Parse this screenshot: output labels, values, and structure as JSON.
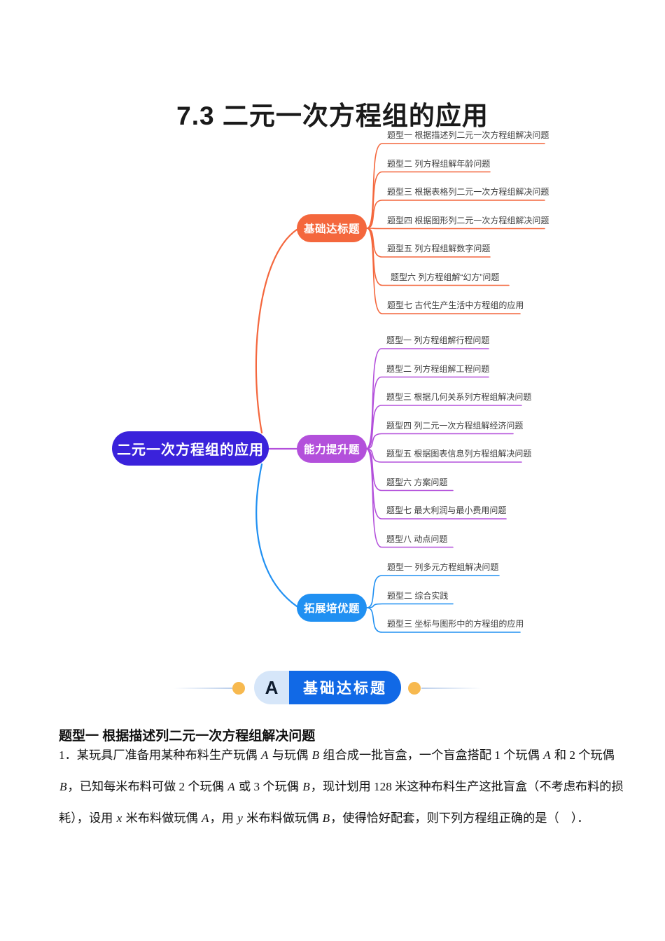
{
  "title": "7.3 二元一次方程组的应用",
  "colors": {
    "orange": "#F4673D",
    "purple": "#B350DB",
    "blue": "#2090F2",
    "indigo": "#3A22DB",
    "badge_blue": "#1169E6",
    "badge_light": "#D6E6F9",
    "dot": "#F7B94F",
    "connector_line": "#B9CDEA"
  },
  "mindmap": {
    "root": "二元一次方程组的应用",
    "branches": [
      {
        "label": "基础达标题",
        "color": "#F4673D",
        "items": [
          {
            "label": "题型一 根据描述列二元一次方程组解决问题"
          },
          {
            "label": "题型二 列方程组解年龄问题"
          },
          {
            "label": "题型三 根据表格列二元一次方程组解决问题"
          },
          {
            "label": "题型四 根据图形列二元一次方程组解决问题"
          },
          {
            "label": "题型五 列方程组解数字问题"
          },
          {
            "label": "题型六 列方程组解“幻方”问题"
          },
          {
            "label": "题型七 古代生产生活中方程组的应用"
          }
        ]
      },
      {
        "label": "能力提升题",
        "color": "#B350DB",
        "items": [
          {
            "label": "题型一 列方程组解行程问题"
          },
          {
            "label": "题型二 列方程组解工程问题"
          },
          {
            "label": "题型三 根据几何关系列方程组解决问题"
          },
          {
            "label": "题型四 列二元一次方程组解经济问题"
          },
          {
            "label": "题型五 根据图表信息列方程组解决问题"
          },
          {
            "label": "题型六 方案问题"
          },
          {
            "label": "题型七 最大利润与最小费用问题"
          },
          {
            "label": "题型八 动点问题"
          }
        ]
      },
      {
        "label": "拓展培优题",
        "color": "#2090F2",
        "items": [
          {
            "label": "题型一 列多元方程组解决问题"
          },
          {
            "label": "题型二 综合实践"
          },
          {
            "label": "题型三 坐标与图形中的方程组的应用"
          }
        ]
      }
    ]
  },
  "section_badge": {
    "letter": "A",
    "label": "基础达标题"
  },
  "content": {
    "heading": "题型一 根据描述列二元一次方程组解决问题",
    "problem_lines": [
      [
        {
          "t": "1．某玩具厂准备用某种布料生产玩偶 "
        },
        {
          "t": "A",
          "v": true
        },
        {
          "t": " 与玩偶 "
        },
        {
          "t": "B",
          "v": true
        },
        {
          "t": " 组合成一批盲盒，一个盲盒搭配 1 个玩偶 "
        },
        {
          "t": "A",
          "v": true
        },
        {
          "t": " 和 2 个玩偶"
        }
      ],
      [
        {
          "t": "B",
          "v": true
        },
        {
          "t": "，已知每米布料可做 2 个玩偶 "
        },
        {
          "t": "A",
          "v": true
        },
        {
          "t": " 或 3 个玩偶 "
        },
        {
          "t": "B",
          "v": true
        },
        {
          "t": "，现计划用 128 米这种布料生产这批盲盒（不考虑布料的损"
        }
      ],
      [
        {
          "t": "耗），设用 "
        },
        {
          "t": "x",
          "v": true
        },
        {
          "t": " 米布料做玩偶 "
        },
        {
          "t": "A",
          "v": true
        },
        {
          "t": "，用 "
        },
        {
          "t": "y",
          "v": true
        },
        {
          "t": " 米布料做玩偶 "
        },
        {
          "t": "B",
          "v": true
        },
        {
          "t": "，使得恰好配套，则下列方程组正确的是（　）．"
        }
      ]
    ]
  }
}
